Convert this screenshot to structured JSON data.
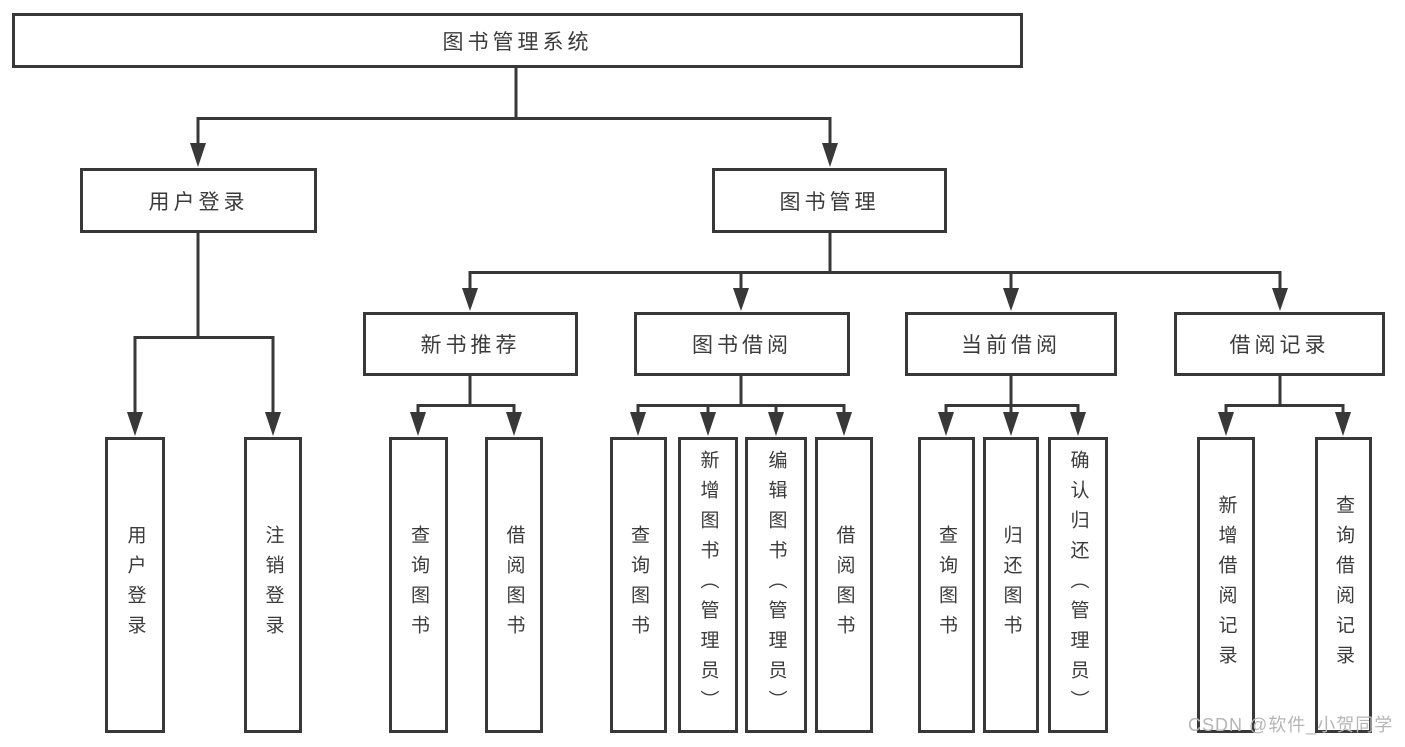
{
  "diagram": {
    "root": {
      "label": "图书管理系统"
    },
    "branches": [
      {
        "label": "用户登录",
        "children": [
          {
            "label": "用户登录"
          },
          {
            "label": "注销登录"
          }
        ]
      },
      {
        "label": "图书管理",
        "sections": [
          {
            "label": "新书推荐",
            "children": [
              {
                "label": "查询图书"
              },
              {
                "label": "借阅图书"
              }
            ]
          },
          {
            "label": "图书借阅",
            "children": [
              {
                "label": "查询图书"
              },
              {
                "label": "新增图书（管理员）"
              },
              {
                "label": "编辑图书（管理员）"
              },
              {
                "label": "借阅图书"
              }
            ]
          },
          {
            "label": "当前借阅",
            "children": [
              {
                "label": "查询图书"
              },
              {
                "label": "归还图书"
              },
              {
                "label": "确认归还（管理员）"
              }
            ]
          },
          {
            "label": "借阅记录",
            "children": [
              {
                "label": "新增借阅记录"
              },
              {
                "label": "查询借阅记录"
              }
            ]
          }
        ]
      }
    ],
    "watermark": "CSDN @软件_小贺同学",
    "colors": {
      "line": "#383838",
      "text": "#3b3b3b",
      "watermark": "#b6b6b6",
      "background": "#ffffff",
      "box_fill": "#ffffff"
    }
  }
}
